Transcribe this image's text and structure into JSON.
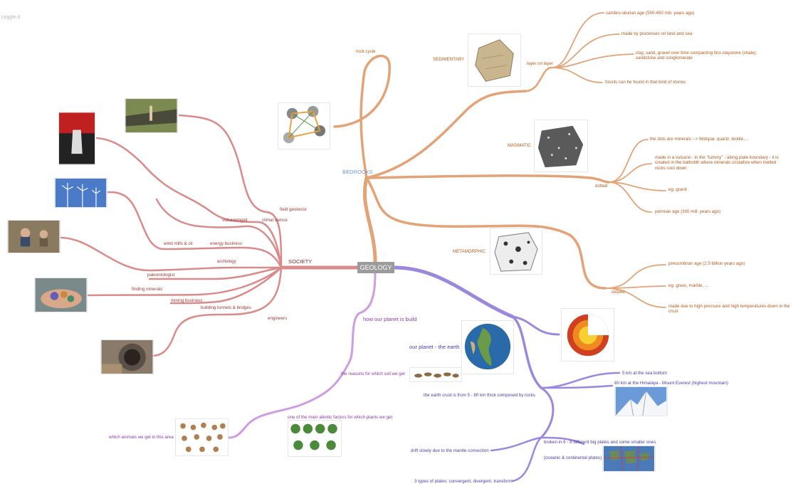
{
  "watermark": "coggle.it",
  "root": "GEOLOGY",
  "bedrocks": {
    "label": "BEDROCKS",
    "rock_cycle": "rock cycle",
    "sedimentary": {
      "label": "SEDIMENTARY",
      "layer": "layer on layer",
      "items": [
        "cambro-silurian age (550-450 mill. years ago)",
        "made by processes on land and sea",
        "clay, sand, gravel over time compacting tino claystone (shale), sandstone and conglomerate",
        "fossils can be found in that kind of stones"
      ]
    },
    "magmatic": {
      "label": "MAGMATIC",
      "dotted": "dotted",
      "items": [
        "the dots are minerals --> feldspar, quartz, biotite,...",
        "made in a vulcano - in the \"tummy\" - along plate boundary - it is created in the batholith where minerals cristallize when melted rocks cool down",
        "eg. granit",
        "permian age (300 mill. years ago)"
      ]
    },
    "metamorphic": {
      "label": "METAMORPHIC",
      "striped": "striped",
      "items": [
        "precumbrian age (2,5 billion years ago)",
        "eg. gneis, marble, ...",
        "made due to high pressure and high temperatures down in the crust"
      ]
    }
  },
  "society": {
    "label": "SOCIETY",
    "items": {
      "field": "field geolocist",
      "climat": "climat sience",
      "vulcan": "vulcanologist",
      "energy": "energy business",
      "wind": "wind mills & oil",
      "archology": "archology",
      "paleo": "paleontologist",
      "finding": "finding minerals",
      "mining": "mining business",
      "tunnels": "building tunnels & bridges",
      "engineers": "engineers"
    }
  },
  "planet": {
    "label": "how our planet is build",
    "earth": "our planet - the earth",
    "crust": "the earth crust is from 5 - 80 km thick composed by rocks",
    "sea": "5 km at the sea bottom",
    "himalaya": "80 km at the Himalaya - Mount Everest (highest mountain)",
    "broken": "broken in 6 - 8 different big plates and some smaller ones",
    "oceanic": "(oceanic & continental plates)",
    "drift": "drift slowly due to the mantle convection",
    "types": "3 types of plates: convergent, divergent, transform",
    "soil": "the reasons for which soil we get",
    "plants": "one of the main abiotic factors for which plants we get",
    "animals": "which animals we get in this area"
  },
  "colors": {
    "bedrocks_branch": "#e3a377",
    "society_branch": "#d98a8a",
    "planet_branch": "#9b88dc",
    "planet_sub_branch": "#cf9be3",
    "root_bg": "#9b9b9b"
  }
}
